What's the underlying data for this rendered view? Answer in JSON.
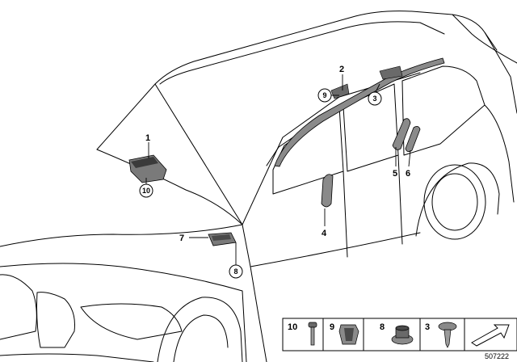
{
  "callouts": [
    {
      "id": "1",
      "text": "1"
    },
    {
      "id": "2",
      "text": "2"
    },
    {
      "id": "3",
      "text": "3"
    },
    {
      "id": "4",
      "text": "4"
    },
    {
      "id": "5",
      "text": "5"
    },
    {
      "id": "6",
      "text": "6"
    },
    {
      "id": "7",
      "text": "7"
    },
    {
      "id": "8",
      "text": "8"
    },
    {
      "id": "9",
      "text": "9"
    },
    {
      "id": "10",
      "text": "10"
    }
  ],
  "legend": {
    "items": [
      {
        "number": "10",
        "icon": "bolt-icon"
      },
      {
        "number": "9",
        "icon": "clip-nut-icon"
      },
      {
        "number": "8",
        "icon": "flange-nut-icon"
      },
      {
        "number": "3",
        "icon": "screw-icon"
      }
    ],
    "arrow_icon": "pointer-arrow-icon"
  },
  "diagram_id": "507222",
  "colors": {
    "line": "#000000",
    "part_fill": "#7a7a7a",
    "part_dark": "#3a3a3a",
    "background": "#ffffff"
  }
}
